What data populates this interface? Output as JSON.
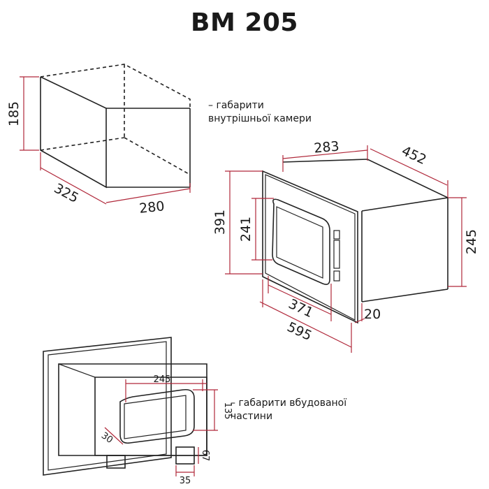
{
  "title": "BM 205",
  "captions": {
    "inner_chamber_line1": "– габарити",
    "inner_chamber_line2": "внутрішньої камери",
    "built_in_line1": "– габарити вбудованої",
    "built_in_line2": "частини"
  },
  "dimensions": {
    "inner_height": "185",
    "inner_depth": "325",
    "inner_width": "280",
    "front_top": "283",
    "body_depth": "452",
    "total_height": "391",
    "window_height": "241",
    "side_height": "245",
    "window_width": "371",
    "total_width": "595",
    "frame_offset": "20",
    "rear_width": "245",
    "rear_height": "135",
    "rear_side": "30",
    "foot_height": "67",
    "foot_width": "35"
  },
  "colors": {
    "dimension_line": "#b0283a",
    "outline": "#222222"
  }
}
